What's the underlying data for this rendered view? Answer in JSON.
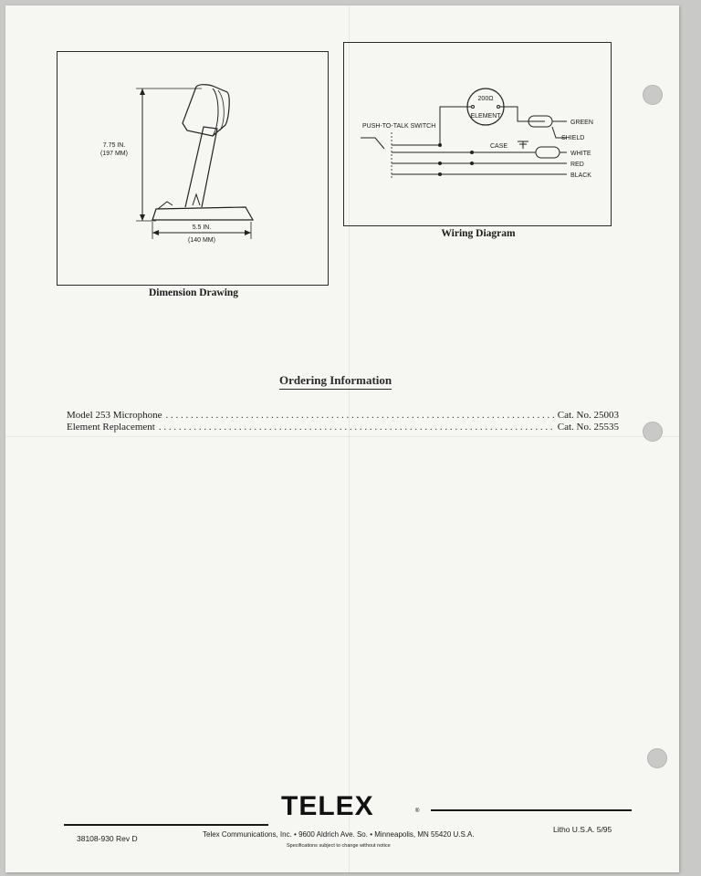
{
  "dimension_drawing": {
    "height_in": "7.75 IN.",
    "height_mm": "(197 MM)",
    "width_in": "5.5 IN.",
    "width_mm": "(140 MM)",
    "caption": "Dimension Drawing"
  },
  "wiring_diagram": {
    "element_ohms": "200Ω",
    "element_label": "ELEMENT",
    "switch_label": "PUSH-TO-TALK SWITCH",
    "case_label": "CASE",
    "wires": [
      "GREEN",
      "SHIELD",
      "WHITE",
      "RED",
      "BLACK"
    ],
    "caption": "Wiring Diagram"
  },
  "ordering": {
    "title": "Ordering Information",
    "items": [
      {
        "name": "Model 253 Microphone",
        "cat": "Cat. No. 25003"
      },
      {
        "name": "Element Replacement",
        "cat": "Cat. No. 25535"
      }
    ]
  },
  "footer": {
    "logo": "TELEX",
    "registered": "®",
    "doc_number": "38108-930 Rev D",
    "address": "Telex Communications, Inc. • 9600 Aldrich Ave. So. • Minneapolis, MN 55420 U.S.A.",
    "notice": "Specifications subject to change without notice",
    "litho": "Litho U.S.A. 5/95"
  }
}
